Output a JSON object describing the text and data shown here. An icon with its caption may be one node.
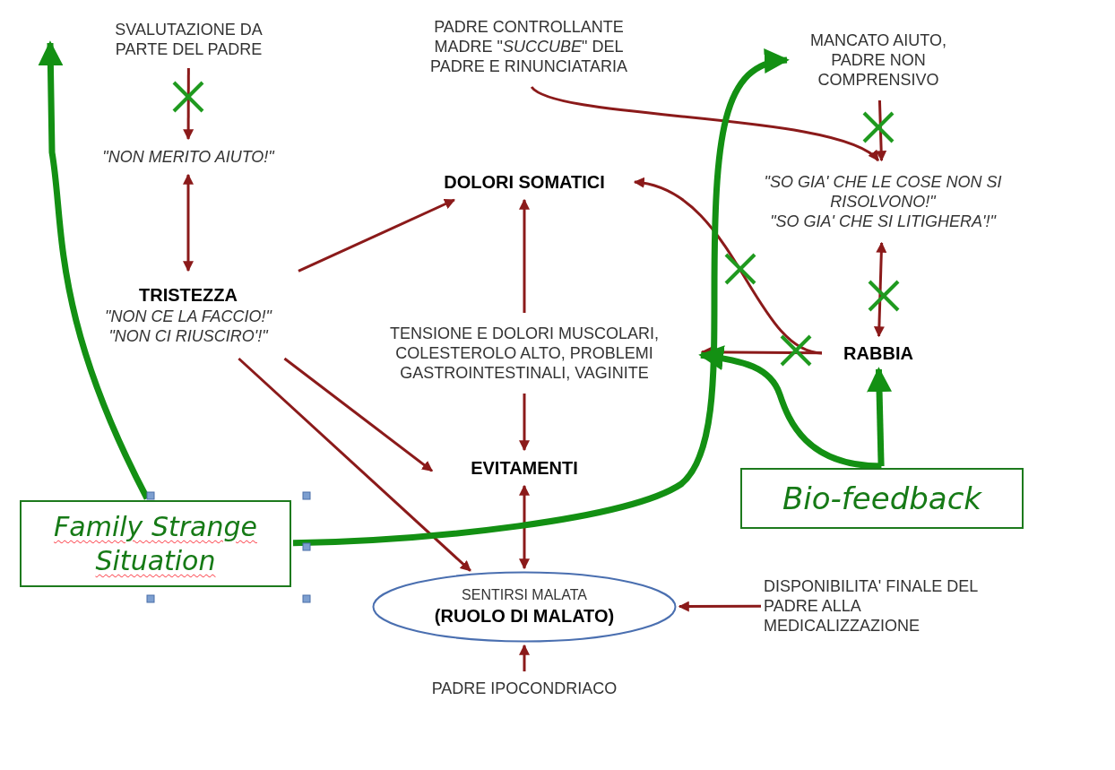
{
  "diagram": {
    "nodes": [
      {
        "text": [
          "SVALUTAZIONE DA PARTE DEL PADRE"
        ]
      },
      {
        "text": [
          "\"NON MERITO AIUTO!\""
        ]
      },
      {
        "text": [
          "TRISTEZZA",
          "\"NON CE LA FACCIO!\"",
          "\"NON CI RIUSCIRO'!\""
        ]
      },
      {
        "text": [
          "PADRE CONTROLLANTE MADRE \"*SUCCUBE*\" DEL PADRE E RINUNCIATARIA"
        ]
      },
      {
        "text": [
          "MANCATO AIUTO, PADRE NON COMPRENSIVO"
        ]
      },
      {
        "text": [
          "DOLORI SOMATICI"
        ]
      },
      {
        "text": [
          "\"SO GIA' CHE LE COSE NON SI RISOLVONO!\"",
          "\"SO GIA' CHE SI LITIGHERA'!\""
        ]
      },
      {
        "text": [
          "TENSIONE E DOLORI MUSCOLARI, COLESTEROLO ALTO, PROBLEMI GASTROINTESTINALI, VAGINITE"
        ]
      },
      {
        "text": [
          "RABBIA"
        ]
      },
      {
        "text": [
          "EVITAMENTI"
        ]
      },
      {
        "text": [
          "Family Strange Situation"
        ]
      },
      {
        "text": [
          "Bio-feedback"
        ]
      },
      {
        "text": [
          "SENTIRSI MALATA",
          "(RUOLO DI MALATO)"
        ]
      },
      {
        "text": [
          "DISPONIBILITA' FINALE DEL PADRE ALLA MEDICALIZZAZIONE"
        ]
      },
      {
        "text": [
          "PADRE IPOCONDRIACO"
        ]
      }
    ],
    "edges": [
      {
        "from": 0,
        "to": 1,
        "arrow": "to"
      },
      {
        "from": 1,
        "to": 2,
        "arrow": "both"
      },
      {
        "from": 2,
        "to": 5,
        "arrow": "to"
      },
      {
        "from": 2,
        "to": 9,
        "arrow": "to"
      },
      {
        "from": 2,
        "to": 12,
        "arrow": "to"
      },
      {
        "from": 3,
        "to": 6,
        "arrow": "to"
      },
      {
        "from": 4,
        "to": 6,
        "arrow": "to"
      },
      {
        "from": 6,
        "to": 8,
        "arrow": "both"
      },
      {
        "from": 8,
        "to": 5,
        "arrow": "to"
      },
      {
        "from": 8,
        "to": 7,
        "arrow": "to"
      },
      {
        "from": 7,
        "to": 5,
        "arrow": "to"
      },
      {
        "from": 7,
        "to": 9,
        "arrow": "to"
      },
      {
        "from": 9,
        "to": 12,
        "arrow": "both"
      },
      {
        "from": 13,
        "to": 12,
        "arrow": "to"
      },
      {
        "from": 14,
        "to": 12,
        "arrow": "to"
      },
      {
        "from": 10,
        "to": null,
        "arrow": "to",
        "style": "thick",
        "color": "#139013"
      },
      {
        "from": 10,
        "to": 4,
        "arrow": "to",
        "style": "thick",
        "color": "#139013"
      },
      {
        "from": 11,
        "to": 7,
        "arrow": "to",
        "style": "thick",
        "color": "#139013"
      },
      {
        "from": 11,
        "to": 8,
        "arrow": "to",
        "style": "thick",
        "color": "#139013"
      }
    ]
  }
}
